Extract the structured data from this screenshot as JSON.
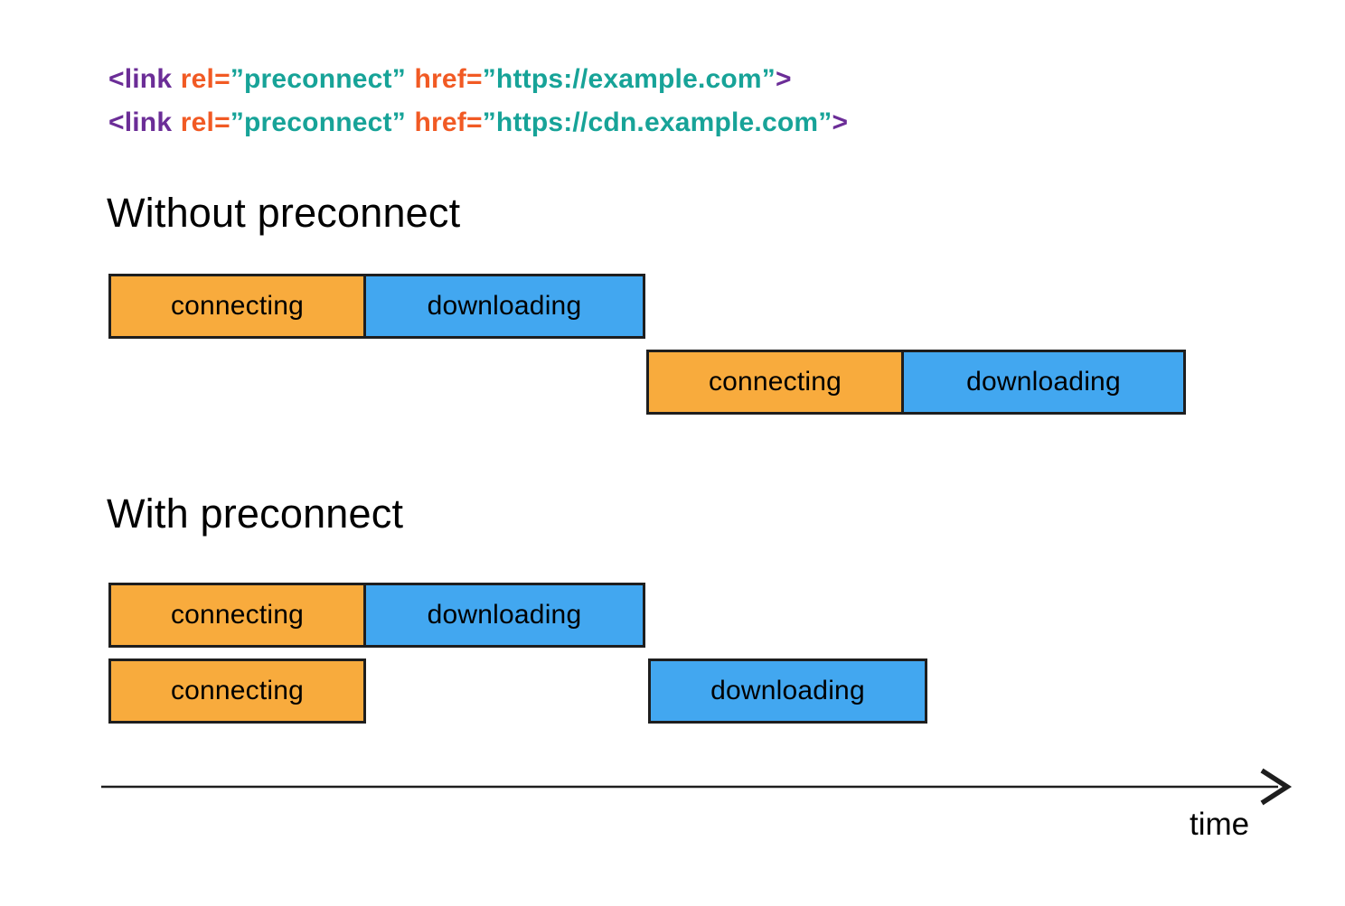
{
  "code": {
    "lines": [
      {
        "tag_open": "<link",
        "attr_rel": "rel=",
        "val_rel": "”preconnect”",
        "attr_href": "href=",
        "val_href": "”https://example.com”",
        "tag_close": ">"
      },
      {
        "tag_open": "<link",
        "attr_rel": "rel=",
        "val_rel": "”preconnect”",
        "attr_href": "href=",
        "val_href": "”https://cdn.example.com”",
        "tag_close": ">"
      }
    ]
  },
  "sections": {
    "without": {
      "title": "Without preconnect",
      "request1": {
        "connecting": "connecting",
        "downloading": "downloading"
      },
      "request2": {
        "connecting": "connecting",
        "downloading": "downloading"
      }
    },
    "with": {
      "title": "With preconnect",
      "request1": {
        "connecting": "connecting",
        "downloading": "downloading"
      },
      "request2": {
        "connecting": "connecting",
        "downloading": "downloading"
      }
    }
  },
  "axis": {
    "label": "time"
  },
  "colors": {
    "code_purple": "#6B2D97",
    "code_orange": "#F15A24",
    "code_teal": "#17A398",
    "bar_connecting": "#F8AB3D",
    "bar_downloading": "#42A7F0",
    "bar_border": "#1E1E1E",
    "text": "#000000",
    "background": "#FFFFFF"
  }
}
